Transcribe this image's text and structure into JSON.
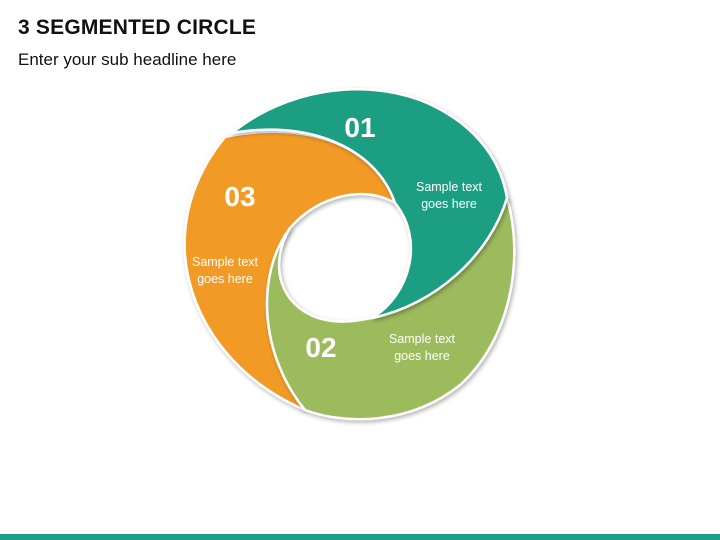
{
  "header": {
    "title": "3 SEGMENTED CIRCLE",
    "subtitle": "Enter your sub headline here"
  },
  "segments": [
    {
      "number": "01",
      "text_line1": "Sample text",
      "text_line2": "goes here",
      "color": "#1E9E82"
    },
    {
      "number": "02",
      "text_line1": "Sample text",
      "text_line2": "goes here",
      "color": "#9BBB5C"
    },
    {
      "number": "03",
      "text_line1": "Sample text",
      "text_line2": "goes here",
      "color": "#F29A27"
    }
  ],
  "footer": {
    "color": "#1E9E82"
  }
}
